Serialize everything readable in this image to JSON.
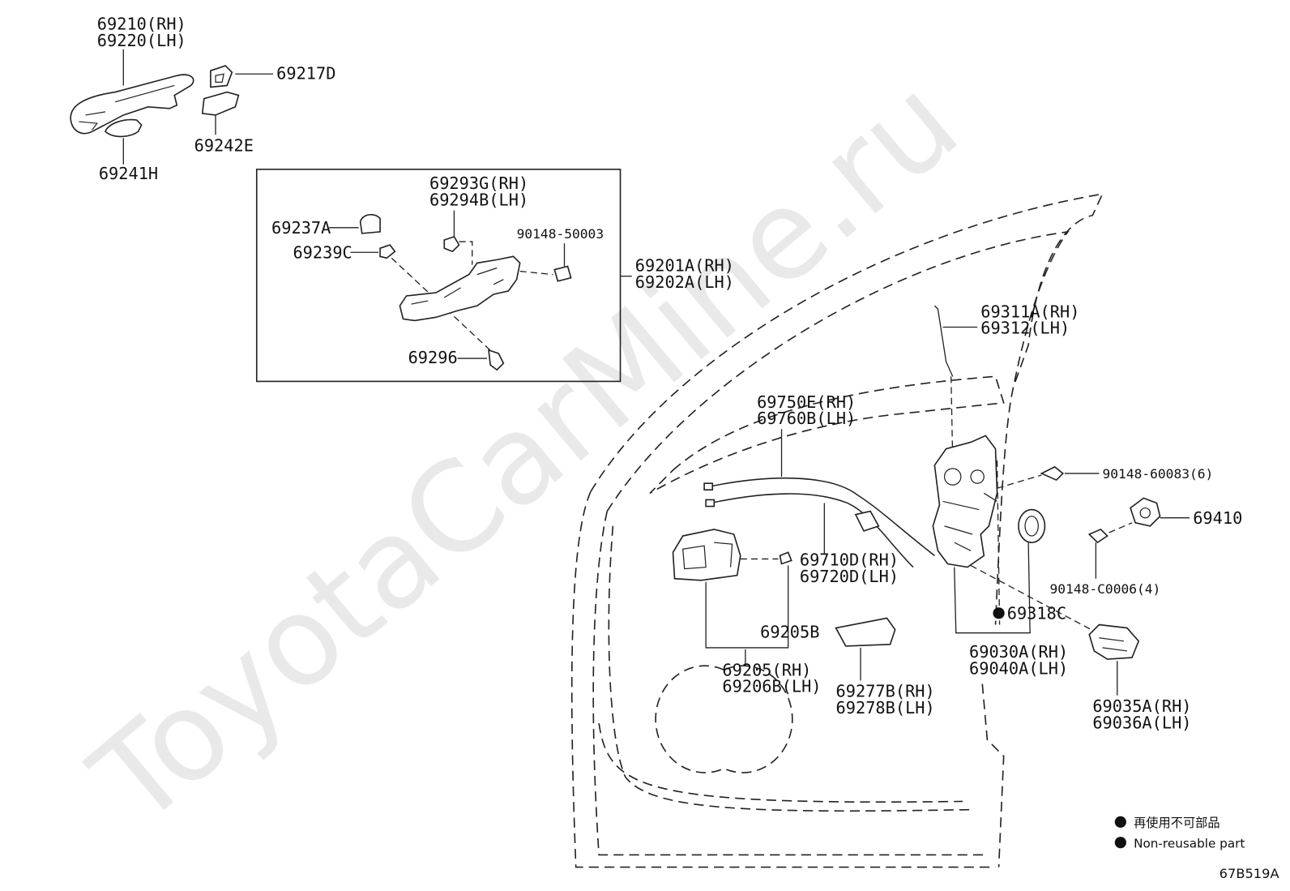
{
  "watermark": "ToyotaCarMine.ru",
  "parts": {
    "p69210": "69210(RH)",
    "p69220": "69220(LH)",
    "p69217D": "69217D",
    "p69242E": "69242E",
    "p69241H": "69241H",
    "p69293G": "69293G(RH)",
    "p69294B": "69294B(LH)",
    "p69237A": "69237A",
    "p69239C": "69239C",
    "p90148_50003": "90148-50003",
    "p69201A": "69201A(RH)",
    "p69202A": "69202A(LH)",
    "p69296": "69296",
    "p69311A": "69311A(RH)",
    "p69312": "69312(LH)",
    "p69750E": "69750E(RH)",
    "p69760B": "69760B(LH)",
    "p90148_60083": "90148-60083(6)",
    "p69410": "69410",
    "p69710D": "69710D(RH)",
    "p69720D": "69720D(LH)",
    "p90148_C0006": "90148-C0006(4)",
    "p69318C": "69318C",
    "p69205B": "69205B",
    "p69030A": "69030A(RH)",
    "p69040A": "69040A(LH)",
    "p69205": "69205(RH)",
    "p69206B": "69206B(LH)",
    "p69277B": "69277B(RH)",
    "p69278B": "69278B(LH)",
    "p69035A": "69035A(RH)",
    "p69036A": "69036A(LH)"
  },
  "legend": {
    "jp": "再使用不可部品",
    "en": "Non-reusable part"
  },
  "diagram_code": "67B519A"
}
